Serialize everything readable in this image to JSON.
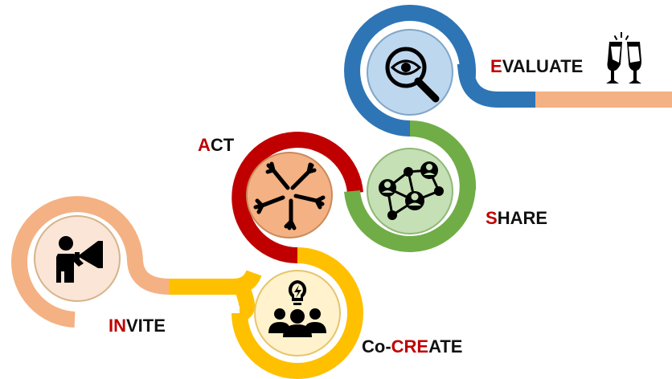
{
  "colors": {
    "invite": "#f4b183",
    "cocreate": "#ffc000",
    "act": "#c00000",
    "share": "#70ad47",
    "evaluate": "#2e75b6",
    "accent_text": "#c00000"
  },
  "steps": [
    {
      "id": "invite",
      "accent": "IN",
      "rest": "VITE",
      "icon": "megaphone-person-icon"
    },
    {
      "id": "cocreate",
      "prefix": "Co-",
      "accent": "CRE",
      "rest": "ATE",
      "icon": "team-idea-bulb-icon"
    },
    {
      "id": "act",
      "accent": "A",
      "rest": "CT",
      "icon": "joined-hands-icon"
    },
    {
      "id": "share",
      "accent": "S",
      "rest": "HARE",
      "icon": "network-people-icon"
    },
    {
      "id": "evaluate",
      "accent": "E",
      "rest": "VALUATE",
      "icon": "magnifier-eye-icon"
    }
  ],
  "end_icon": "champagne-toast-icon"
}
